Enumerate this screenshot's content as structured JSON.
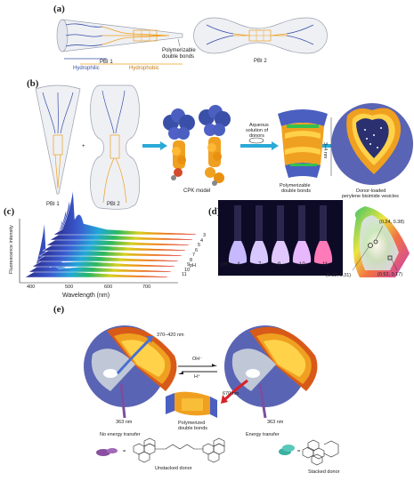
{
  "panels": {
    "a": {
      "label": "(a)",
      "hydrophilic": "Hydrophilic",
      "pbi1": "PBI 1",
      "hydrophobic": "Hydrophobic",
      "polymerizable": "Polymerizable",
      "double_bonds": "double bonds",
      "pbi2": "PBI 2"
    },
    "b": {
      "label": "(b)",
      "pbi1": "PBI 1",
      "pbi2": "PBI 2",
      "cpk": "CPK model",
      "aqueous1": "Aqueous",
      "aqueous2": "solution of",
      "aqueous3": "donors",
      "polymerizable": "Polymerizable",
      "double_bonds": "double bonds",
      "dimension": "3–4 nm",
      "vesicle1": "Donor-loaded",
      "vesicle2": "perylene bisimide vesicles",
      "plus": "+"
    },
    "c": {
      "label": "(c)",
      "ylabel": "Fluorescence intensity",
      "xlabel": "Wavelength (nm)",
      "xticks": [
        "400",
        "500",
        "600",
        "700"
      ],
      "ph_values": [
        "3",
        "4",
        "5",
        "6",
        "7",
        "8",
        "9",
        "10",
        "11"
      ],
      "ph_label": "pH"
    },
    "d": {
      "label": "(d)",
      "ph_prefix": "pH",
      "ph_values": [
        "4",
        "7",
        "9",
        "10",
        "11"
      ],
      "coord_top": "(0.24, 0.38)",
      "coord_left": "(0.32, 0.31)",
      "coord_right": "(0.52, 0.17)"
    },
    "e": {
      "label": "(e)",
      "excitation": "370–420 nm",
      "oh": "OH⁻",
      "h": "H⁺",
      "emission": "670 nm",
      "left_wave": "363 nm",
      "right_wave": "363 nm",
      "left_caption": "No energy transfer",
      "right_caption": "Energy transfer",
      "polymerized1": "Polymerized",
      "polymerized2": "double bonds",
      "unstacked": "Unstacked donor",
      "stacked": "Stacked donor",
      "equals": "="
    }
  },
  "colors": {
    "vesicle_blue": "#5a64b4",
    "membrane_orange": "#f0a020",
    "membrane_yellow": "#ffd24a",
    "chain_blue": "#3a4fa8",
    "arrow_cyan": "#2aa9d8",
    "emission_red": "#d8202a",
    "donor_purple": "#8a4fa0",
    "donor_teal": "#3ab0a0"
  }
}
